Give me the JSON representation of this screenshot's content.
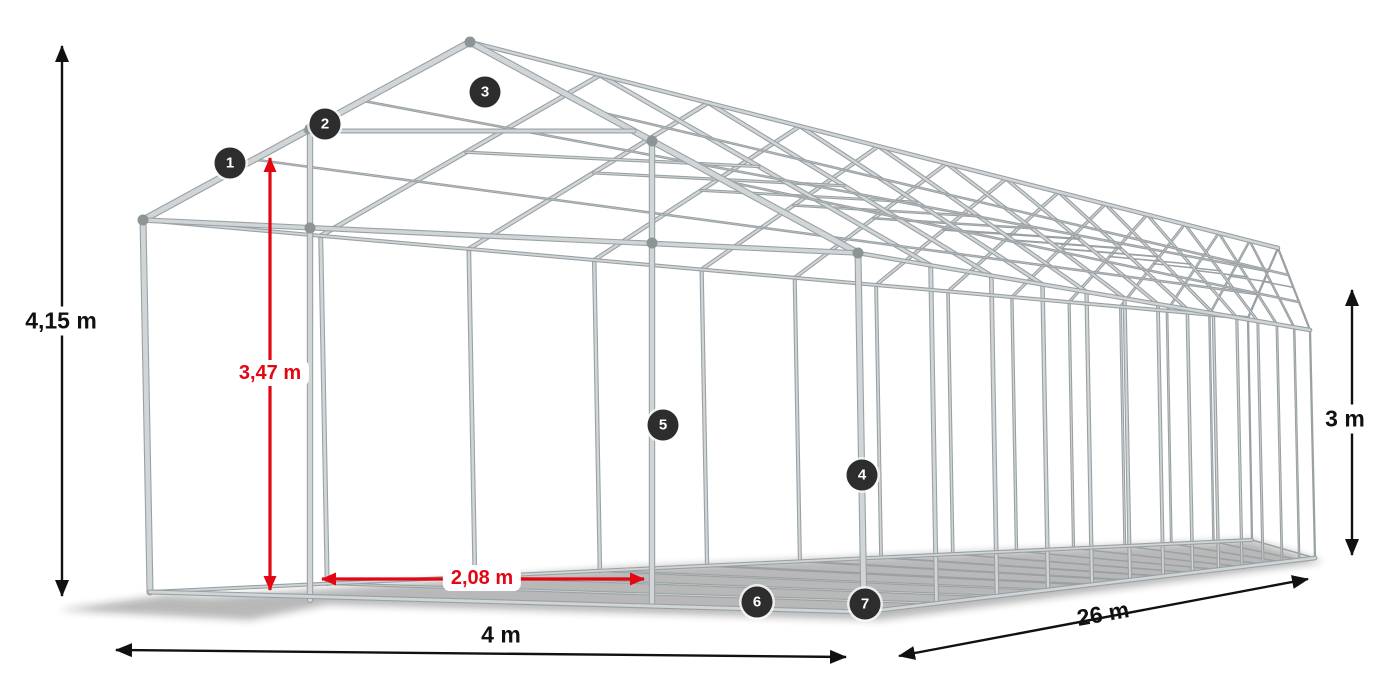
{
  "illustration": {
    "name": "steel-frame-tent-wireframe",
    "tube_color": "#b9bfc1",
    "joint_color": "#8d9496",
    "shadow_color": "#141414"
  },
  "dimensions": {
    "total_height": {
      "label": "4,15 m",
      "color": "#111111"
    },
    "door_height": {
      "label": "3,47 m",
      "color": "#e30613"
    },
    "door_width": {
      "label": "2,08 m",
      "color": "#e30613"
    },
    "width": {
      "label": "4 m",
      "color": "#111111"
    },
    "length": {
      "label": "26 m",
      "color": "#111111"
    },
    "side_height": {
      "label": "3 m",
      "color": "#111111"
    }
  },
  "markers": [
    {
      "label": "1"
    },
    {
      "label": "2"
    },
    {
      "label": "3"
    },
    {
      "label": "4"
    },
    {
      "label": "5"
    },
    {
      "label": "6"
    },
    {
      "label": "7"
    }
  ]
}
